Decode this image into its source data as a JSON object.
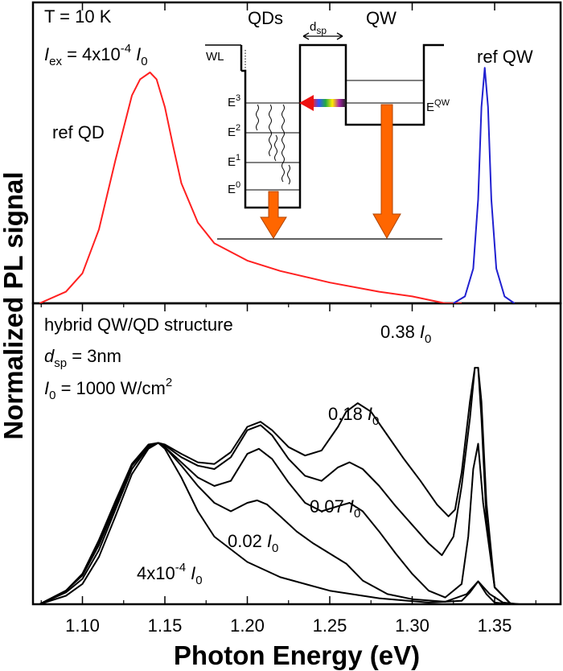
{
  "chart_data": [
    {
      "type": "line",
      "panel": "top",
      "x_range": [
        1.07,
        1.39
      ],
      "annotations": {
        "temp": "T = 10 K",
        "iex_I": "I",
        "iex_sub": "ex",
        "iex_eq": " = 4x10",
        "iex_sup": "-4",
        "iex_I0": "I",
        "iex_I0_sub": "0"
      },
      "series": [
        {
          "name": "ref QD",
          "color": "#ff2020",
          "peak_x": 1.141,
          "peak_y": 1.0,
          "x": [
            1.074,
            1.09,
            1.1,
            1.11,
            1.12,
            1.13,
            1.135,
            1.141,
            1.145,
            1.15,
            1.155,
            1.16,
            1.17,
            1.18,
            1.2,
            1.22,
            1.25,
            1.28,
            1.3,
            1.32,
            1.33
          ],
          "y": [
            0.0,
            0.05,
            0.13,
            0.32,
            0.62,
            0.9,
            0.97,
            1.0,
            0.97,
            0.85,
            0.68,
            0.52,
            0.35,
            0.26,
            0.185,
            0.14,
            0.09,
            0.05,
            0.03,
            0.0,
            0.0
          ]
        },
        {
          "name": "ref QW",
          "color": "#2020d0",
          "peak_x": 1.344,
          "peak_y": 1.02,
          "x": [
            1.325,
            1.332,
            1.337,
            1.34,
            1.342,
            1.344,
            1.346,
            1.348,
            1.351,
            1.356,
            1.362
          ],
          "y": [
            0.0,
            0.03,
            0.15,
            0.45,
            0.85,
            1.02,
            0.85,
            0.45,
            0.15,
            0.03,
            0.0
          ]
        }
      ]
    },
    {
      "type": "line",
      "panel": "bottom",
      "x_range": [
        1.07,
        1.39
      ],
      "xlabel": "Photon Energy (eV)",
      "ylabel": "Normalized PL signal",
      "xticks": [
        "1.10",
        "1.15",
        "1.20",
        "1.25",
        "1.30",
        "1.35"
      ],
      "info": {
        "title": "hybrid QW/QD structure",
        "dsp_d": "d",
        "dsp_sub": "sp",
        "dsp_eq": " = 3nm",
        "i0_I": "I",
        "i0_sub": "0",
        "i0_eq": " = 1000 W/cm",
        "i0_sup": "2"
      },
      "series": [
        {
          "name": "4x10^-4 I0",
          "label_num": "4x10",
          "label_sup": "-4",
          "label_I": "I",
          "label_sub": "0",
          "x": [
            1.074,
            1.09,
            1.1,
            1.11,
            1.12,
            1.13,
            1.14,
            1.146,
            1.15,
            1.16,
            1.17,
            1.18,
            1.2,
            1.22,
            1.25,
            1.28,
            1.31,
            1.33,
            1.335,
            1.34,
            1.345,
            1.35,
            1.36,
            1.387
          ],
          "y": [
            0.0,
            0.05,
            0.12,
            0.28,
            0.52,
            0.77,
            0.92,
            0.955,
            0.92,
            0.75,
            0.55,
            0.4,
            0.25,
            0.16,
            0.08,
            0.035,
            0.01,
            0.02,
            0.07,
            0.135,
            0.06,
            0.01,
            0.0,
            0.0
          ]
        },
        {
          "name": "0.02 I0",
          "label_num": "0.02",
          "label_I": "I",
          "label_sub": "0",
          "x": [
            1.074,
            1.09,
            1.1,
            1.11,
            1.12,
            1.13,
            1.14,
            1.146,
            1.15,
            1.16,
            1.17,
            1.18,
            1.19,
            1.2,
            1.206,
            1.212,
            1.22,
            1.23,
            1.24,
            1.25,
            1.26,
            1.27,
            1.285,
            1.3,
            1.32,
            1.333,
            1.34,
            1.347,
            1.355,
            1.365,
            1.387
          ],
          "y": [
            0.0,
            0.07,
            0.15,
            0.32,
            0.56,
            0.8,
            0.93,
            0.955,
            0.93,
            0.82,
            0.7,
            0.6,
            0.55,
            0.6,
            0.615,
            0.59,
            0.52,
            0.43,
            0.36,
            0.3,
            0.24,
            0.14,
            0.06,
            0.03,
            0.015,
            0.06,
            0.135,
            0.06,
            0.01,
            0.0,
            0.0
          ]
        },
        {
          "name": "0.07 I0",
          "label_num": "0.07",
          "label_I": "I",
          "label_sub": "0",
          "x": [
            1.074,
            1.09,
            1.1,
            1.11,
            1.12,
            1.13,
            1.14,
            1.146,
            1.15,
            1.16,
            1.17,
            1.18,
            1.19,
            1.2,
            1.207,
            1.215,
            1.225,
            1.235,
            1.245,
            1.255,
            1.262,
            1.27,
            1.28,
            1.29,
            1.3,
            1.31,
            1.32,
            1.33,
            1.334,
            1.337,
            1.34,
            1.343,
            1.35,
            1.36,
            1.387
          ],
          "y": [
            0.0,
            0.08,
            0.17,
            0.35,
            0.58,
            0.82,
            0.935,
            0.955,
            0.93,
            0.84,
            0.75,
            0.7,
            0.73,
            0.89,
            0.92,
            0.86,
            0.72,
            0.6,
            0.55,
            0.58,
            0.6,
            0.55,
            0.43,
            0.3,
            0.18,
            0.08,
            0.04,
            0.12,
            0.4,
            0.8,
            0.95,
            0.6,
            0.1,
            0.0,
            0.0
          ]
        },
        {
          "name": "0.18 I0",
          "label_num": "0.18",
          "label_I": "I",
          "label_sub": "0",
          "x": [
            1.074,
            1.09,
            1.1,
            1.11,
            1.12,
            1.13,
            1.14,
            1.146,
            1.15,
            1.16,
            1.17,
            1.18,
            1.19,
            1.2,
            1.208,
            1.215,
            1.225,
            1.235,
            1.245,
            1.255,
            1.262,
            1.27,
            1.28,
            1.29,
            1.3,
            1.31,
            1.318,
            1.325,
            1.33,
            1.335,
            1.338,
            1.34,
            1.342,
            1.345,
            1.35,
            1.36,
            1.387
          ],
          "y": [
            0.0,
            0.08,
            0.18,
            0.37,
            0.6,
            0.83,
            0.94,
            0.955,
            0.94,
            0.87,
            0.82,
            0.8,
            0.87,
            1.03,
            1.06,
            1.0,
            0.86,
            0.76,
            0.73,
            0.81,
            0.84,
            0.8,
            0.7,
            0.58,
            0.47,
            0.36,
            0.29,
            0.4,
            0.7,
            1.1,
            1.4,
            1.4,
            1.1,
            0.5,
            0.1,
            0.0,
            0.0
          ]
        },
        {
          "name": "0.38 I0",
          "label_num": "0.38",
          "label_I": "I",
          "label_sub": "0",
          "x": [
            1.074,
            1.09,
            1.1,
            1.11,
            1.12,
            1.13,
            1.14,
            1.146,
            1.15,
            1.16,
            1.17,
            1.18,
            1.19,
            1.2,
            1.208,
            1.215,
            1.225,
            1.235,
            1.245,
            1.255,
            1.26,
            1.267,
            1.275,
            1.285,
            1.295,
            1.305,
            1.315,
            1.322,
            1.326,
            1.33,
            1.335,
            1.338,
            1.34,
            1.342,
            1.345,
            1.35,
            1.36,
            1.387
          ],
          "y": [
            0.0,
            0.08,
            0.18,
            0.38,
            0.61,
            0.83,
            0.945,
            0.955,
            0.945,
            0.89,
            0.84,
            0.83,
            0.9,
            1.05,
            1.08,
            1.03,
            0.93,
            0.88,
            0.91,
            1.05,
            1.14,
            1.19,
            1.14,
            1.0,
            0.86,
            0.73,
            0.59,
            0.52,
            0.56,
            0.78,
            1.2,
            1.4,
            1.4,
            1.2,
            0.6,
            0.1,
            0.0,
            0.0
          ]
        }
      ]
    }
  ],
  "inset": {
    "qds": "QDs",
    "dsp_d": "d",
    "dsp_sub": "sp",
    "qw": "QW",
    "wl": "WL",
    "e3": "E",
    "e3_sup": "3",
    "e2": "E",
    "e2_sup": "2",
    "e1": "E",
    "e1_sup": "1",
    "e0": "E",
    "e0_sup": "0",
    "eqw": "E",
    "eqw_sup": "QW",
    "arrow_color": "#ff6600",
    "transfer_color": "#ee1111"
  },
  "labels": {
    "ref_qd": "ref QD",
    "ref_qw": "ref QW"
  }
}
